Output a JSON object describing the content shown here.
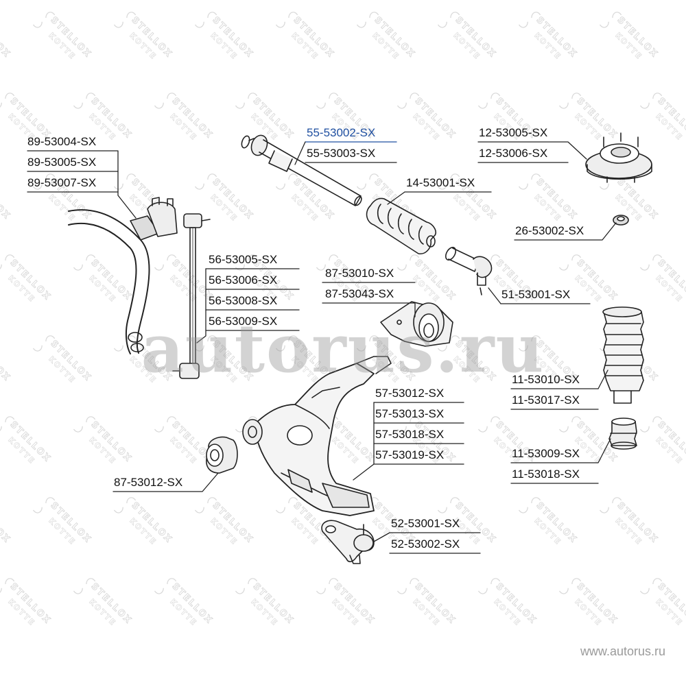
{
  "watermark": "autorus.ru",
  "footer_url": "www.autorus.ru",
  "tile_text": "STELLOX",
  "tile_text2": "KOTTE",
  "accent_color": "#1f4fa0",
  "callouts": {
    "stab_bushing": [
      "89-53004-SX",
      "89-53005-SX",
      "89-53007-SX"
    ],
    "tie_rod": [
      "55-53002-SX",
      "55-53003-SX"
    ],
    "strut_mount": [
      "12-53005-SX",
      "12-53006-SX"
    ],
    "boot": [
      "14-53001-SX"
    ],
    "bearing": [
      "26-53002-SX"
    ],
    "stab_link": [
      "56-53005-SX",
      "56-53006-SX",
      "56-53008-SX",
      "56-53009-SX"
    ],
    "arm_bushing": [
      "87-53010-SX",
      "87-53043-SX"
    ],
    "tie_rod_end": [
      "51-53001-SX"
    ],
    "dust_boot": [
      "11-53010-SX",
      "11-53017-SX"
    ],
    "bump_stop": [
      "11-53009-SX",
      "11-53018-SX"
    ],
    "control_arm": [
      "57-53012-SX",
      "57-53013-SX",
      "57-53018-SX",
      "57-53019-SX"
    ],
    "front_bushing": [
      "87-53012-SX"
    ],
    "ball_joint": [
      "52-53001-SX",
      "52-53002-SX"
    ]
  }
}
